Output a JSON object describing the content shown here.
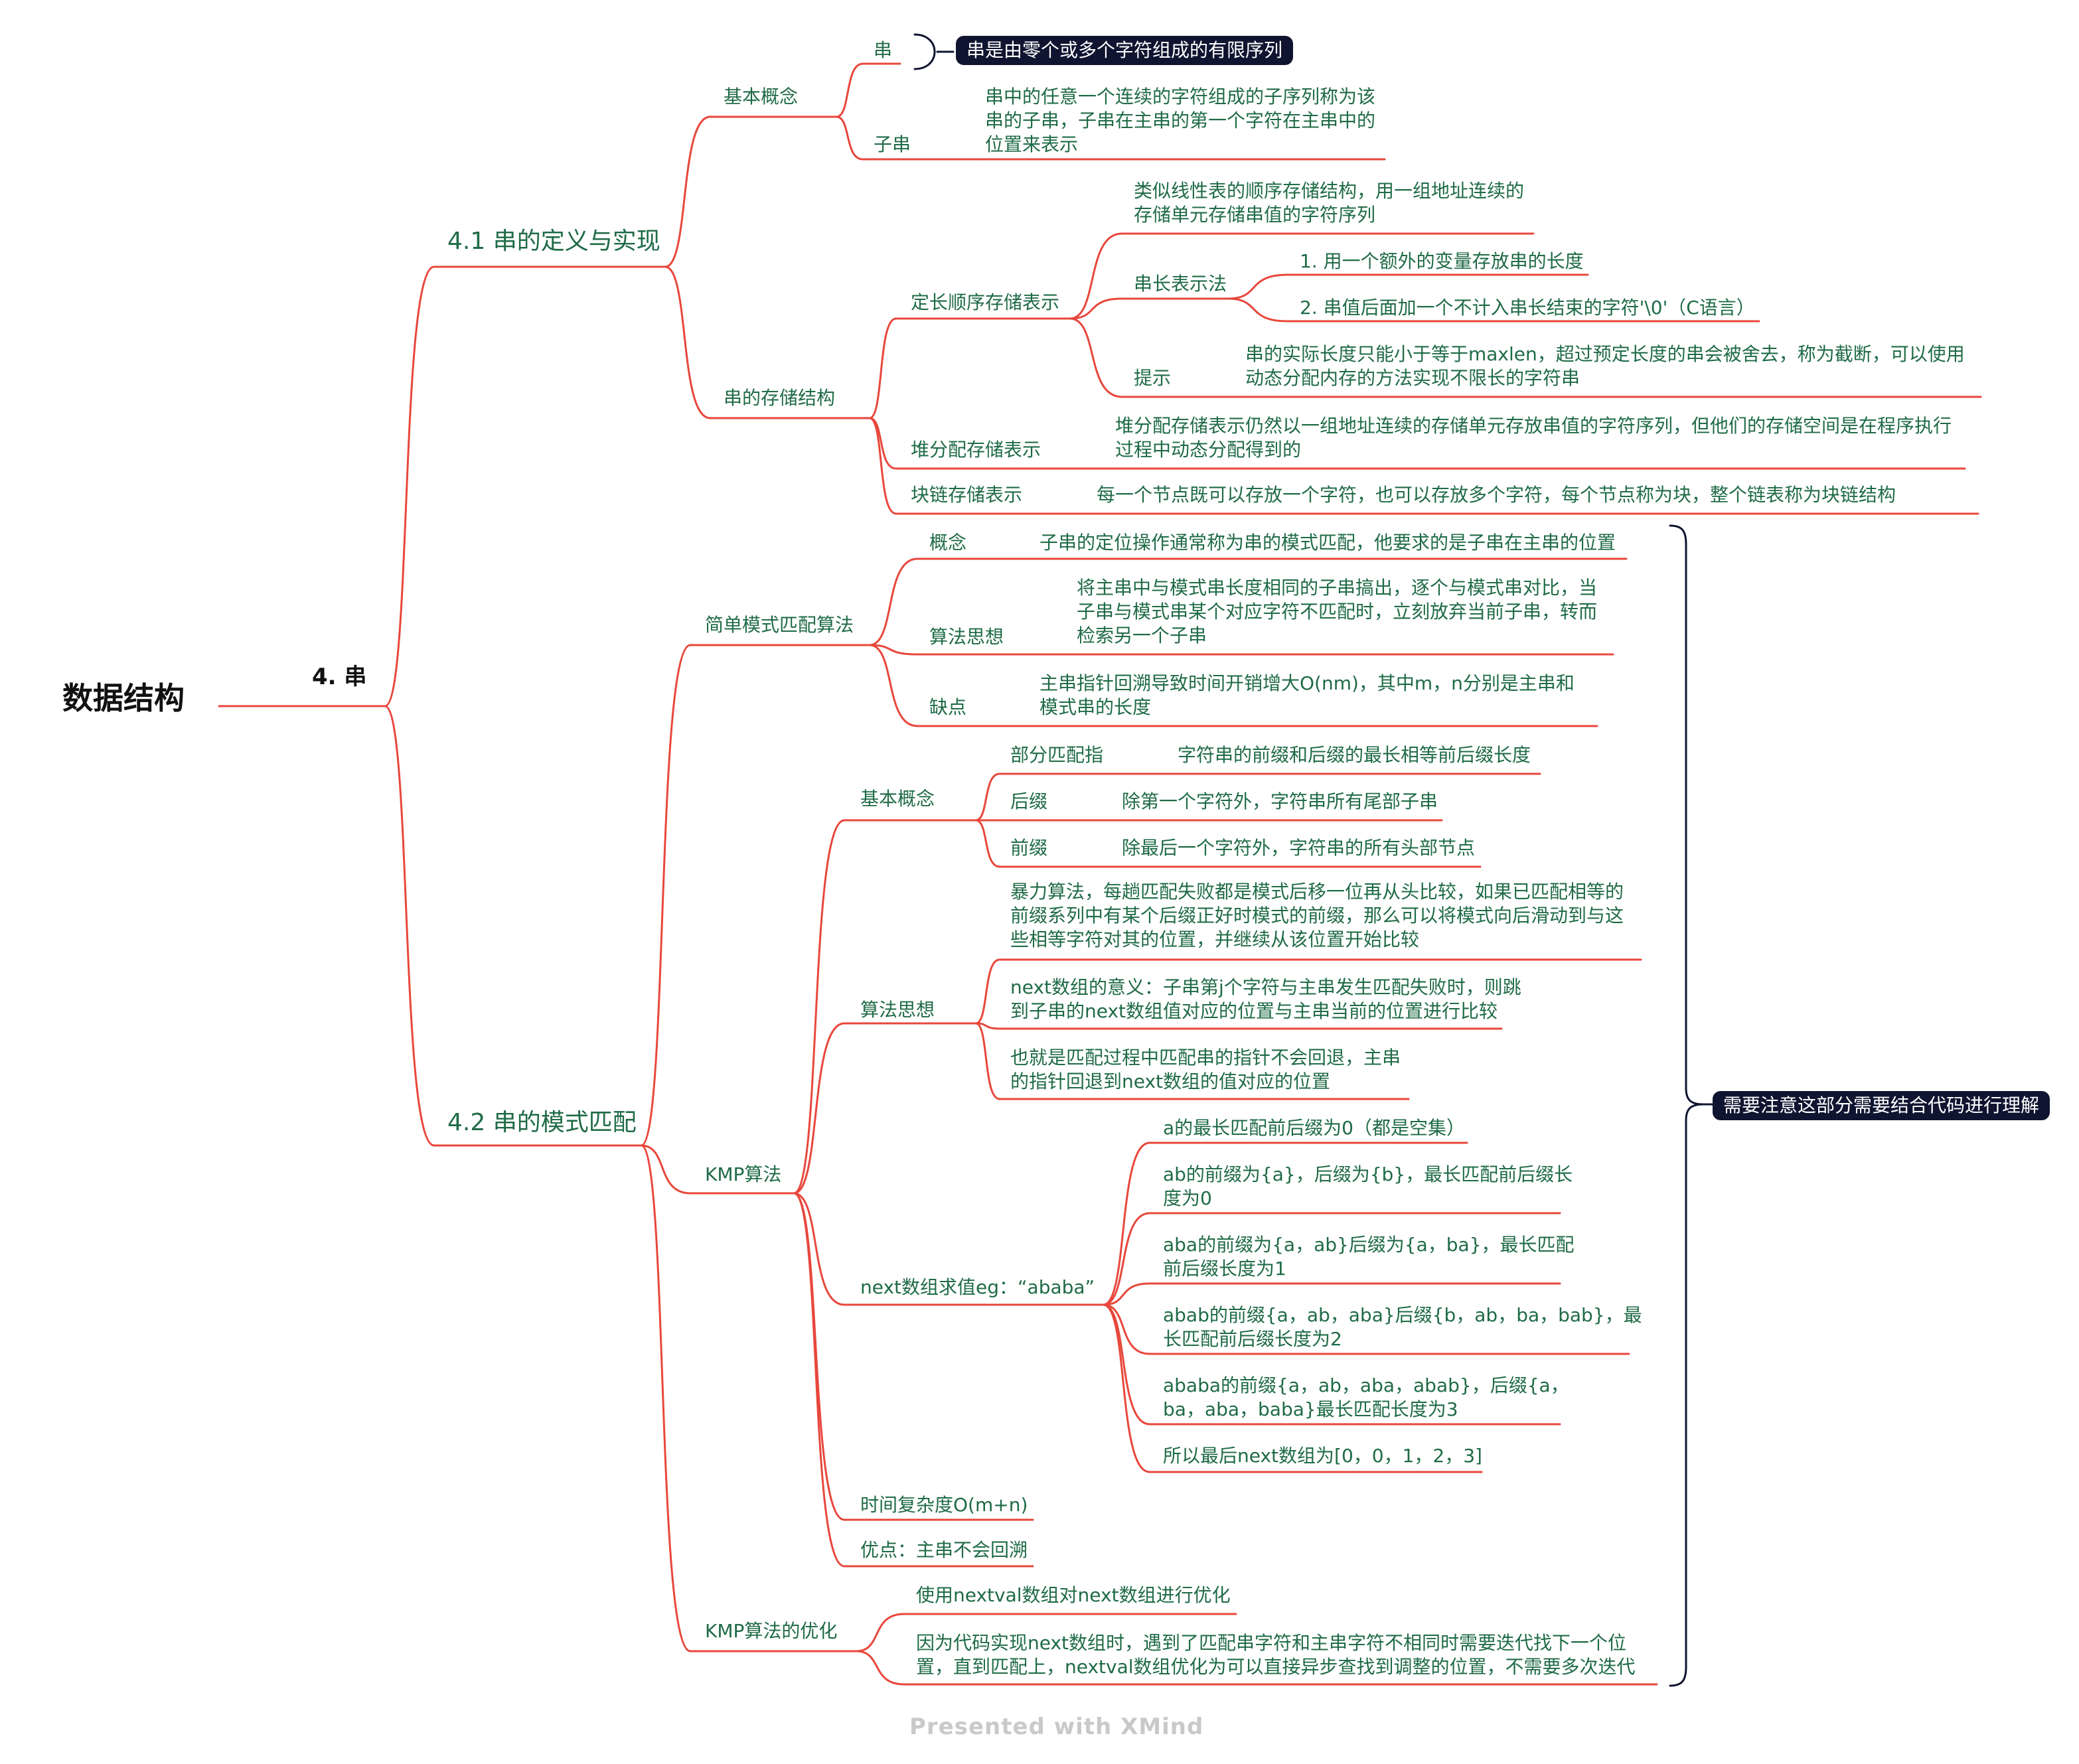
{
  "colors": {
    "branch": "#e8473c",
    "text": "#1f6b46",
    "root_text": "#111111",
    "callout_bg": "#0f1430",
    "callout_text": "#ffffff",
    "bracket": "#0f1430",
    "watermark": "#c9c9c9"
  },
  "root": "数据结构",
  "chapter": "4. 串",
  "watermark": "Presented with XMind",
  "s41": {
    "title": "4.1 串的定义与实现",
    "basic": {
      "label": "基本概念",
      "chuan": "串",
      "chuan_callout": "串是由零个或多个字符组成的有限序列",
      "zichuan": "子串",
      "zichuan_desc": [
        "串中的任意一个连续的字符组成的子序列称为该",
        "串的子串，子串在主串的第一个字符在主串中的",
        "位置来表示"
      ]
    },
    "storage": {
      "label": "串的存储结构",
      "fixed": {
        "label": "定长顺序存储表示",
        "desc": [
          "类似线性表的顺序存储结构，用一组地址连续的",
          "存储单元存储串值的字符序列"
        ],
        "length": {
          "label": "串长表示法",
          "opt1": "1. 用一个额外的变量存放串的长度",
          "opt2": "2. 串值后面加一个不计入串长结束的字符'\\0'（C语言）"
        },
        "hint": {
          "label": "提示",
          "desc": [
            "串的实际长度只能小于等于maxlen，超过预定长度的串会被舍去，称为截断，可以使用",
            "动态分配内存的方法实现不限长的字符串"
          ]
        }
      },
      "heap": {
        "label": "堆分配存储表示",
        "desc": [
          "堆分配存储表示仍然以一组地址连续的存储单元存放串值的字符序列，但他们的存储空间是在程序执行",
          "过程中动态分配得到的"
        ]
      },
      "block": {
        "label": "块链存储表示",
        "desc": "每一个节点既可以存放一个字符，也可以存放多个字符，每个节点称为块，整个链表称为块链结构"
      }
    }
  },
  "s42": {
    "title": "4.2 串的模式匹配",
    "note": "需要注意这部分需要结合代码进行理解",
    "simple": {
      "label": "简单模式匹配算法",
      "concept": {
        "label": "概念",
        "desc": "子串的定位操作通常称为串的模式匹配，他要求的是子串在主串的位置"
      },
      "idea": {
        "label": "算法思想",
        "desc": [
          "将主串中与模式串长度相同的子串搞出，逐个与模式串对比，当",
          "子串与模式串某个对应字符不匹配时，立刻放弃当前子串，转而",
          "检索另一个子串"
        ]
      },
      "weak": {
        "label": "缺点",
        "desc": [
          "主串指针回溯导致时间开销增大O(nm)，其中m，n分别是主串和",
          "模式串的长度"
        ]
      }
    },
    "kmp": {
      "label": "KMP算法",
      "basic": {
        "label": "基本概念",
        "pm": {
          "label": "部分匹配指",
          "desc": "字符串的前缀和后缀的最长相等前后缀长度"
        },
        "suffix": {
          "label": "后缀",
          "desc": "除第一个字符外，字符串所有尾部子串"
        },
        "prefix": {
          "label": "前缀",
          "desc": "除最后一个字符外，字符串的所有头部节点"
        }
      },
      "idea": {
        "label": "算法思想",
        "p1": [
          "暴力算法，每趟匹配失败都是模式后移一位再从头比较，如果已匹配相等的",
          "前缀系列中有某个后缀正好时模式的前缀，那么可以将模式向后滑动到与这",
          "些相等字符对其的位置，并继续从该位置开始比较"
        ],
        "p2": [
          "next数组的意义：子串第j个字符与主串发生匹配失败时，则跳",
          "到子串的next数组值对应的位置与主串当前的位置进行比较"
        ],
        "p3": [
          "也就是匹配过程中匹配串的指针不会回退，主串",
          "的指针回退到next数组的值对应的位置"
        ]
      },
      "next": {
        "label": "next数组求值eg：“ababa”",
        "e1": [
          "a的最长匹配前后缀为0（都是空集）"
        ],
        "e2": [
          "ab的前缀为{a}，后缀为{b}，最长匹配前后缀长",
          "度为0"
        ],
        "e3": [
          "aba的前缀为{a，ab}后缀为{a，ba}，最长匹配",
          "前后缀长度为1"
        ],
        "e4": [
          "abab的前缀{a，ab，aba}后缀{b，ab，ba，bab}，最",
          "长匹配前后缀长度为2"
        ],
        "e5": [
          "ababa的前缀{a，ab，aba，abab}，后缀{a，",
          "ba，aba，baba}最长匹配长度为3"
        ],
        "e6": [
          "所以最后next数组为[0，0，1，2，3]"
        ]
      },
      "complexity": "时间复杂度O(m+n)",
      "advantage": "优点：主串不会回溯"
    },
    "opt": {
      "label": "KMP算法的优化",
      "o1": "使用nextval数组对next数组进行优化",
      "o2": [
        "因为代码实现next数组时，遇到了匹配串字符和主串字符不相同时需要迭代找下一个位",
        "置，直到匹配上，nextval数组优化为可以直接异步查找到调整的位置，不需要多次迭代"
      ]
    }
  }
}
